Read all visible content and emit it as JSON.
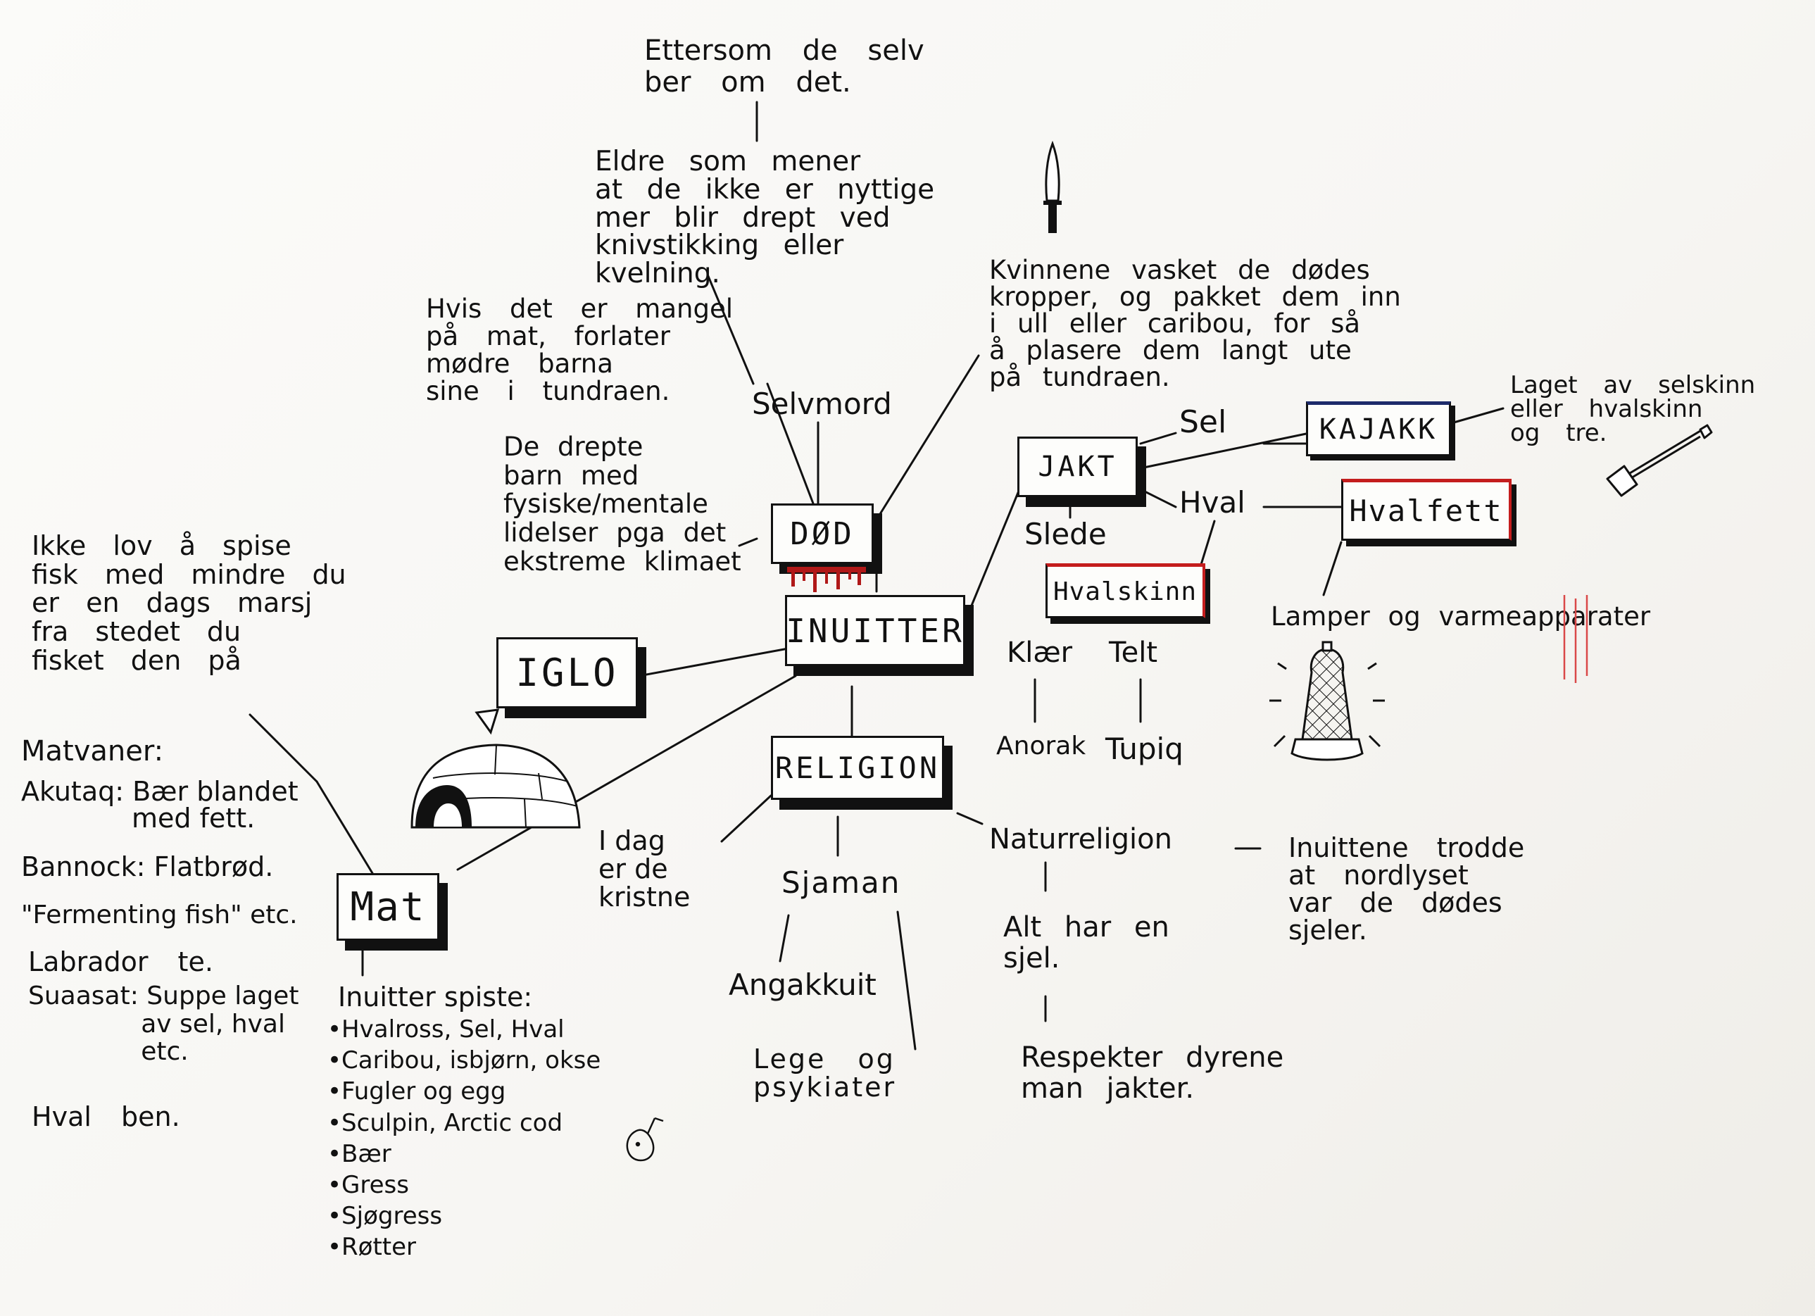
{
  "nodes": {
    "center": "INUITTER",
    "dod": "DØD",
    "iglo": "IGLO",
    "jakt": "JAKT",
    "religion": "RELIGION",
    "mat": "Mat",
    "kajakk": "KAJAKK",
    "hvalfett": "Hvalfett",
    "hvalskinn": "Hvalskinn"
  },
  "dod": {
    "ettersom": "Ettersom de selv\nber om det.",
    "eldre": "Eldre som mener\nat de ikke er nyttige\nmer blir drept ved\nknivstikking eller\nkvelning.",
    "hvis": "Hvis det er mangel\npå mat, forlater\nmødre barna\nsine i tundraen.",
    "selvmord": "Selvmord",
    "kvinnene": "Kvinnene vasket de dødes\nkropper, og pakket dem inn\ni ull eller caribou, for så\nå plasere dem langt ute\npå tundraen.",
    "drepte": "De drepte\nbarn med\nfysiske/mentale\nlidelser pga det\nekstreme klimaet"
  },
  "jakt": {
    "sel": "Sel",
    "hval": "Hval",
    "slede": "Slede",
    "kajakk_note": "Laget av selskinn\neller hvalskinn\nog tre.",
    "lamper": "Lamper og varmeapparater",
    "kloer": "Klær",
    "telt": "Telt",
    "anorak": "Anorak",
    "tupiq": "Tupiq"
  },
  "religion": {
    "idag": "I dag\ner de\nkristne",
    "sjaman": "Sjaman",
    "angakkuit": "Angakkuit",
    "lege": "Lege og\npsykiater",
    "natur": "Naturreligion",
    "nordlys": "Inuittene trodde\nat nordlyset\nvar de dødes\nsjeler.",
    "sjel": "Alt har en\nsjel.",
    "respekt": "Respekter dyrene\nman jakter."
  },
  "mat": {
    "ikke_lov": "Ikke lov å spise\nfisk med mindre du\ner en dags marsj\nfra stedet du\nfisket den på",
    "matvaner": "Matvaner:",
    "akutaq": "Akutaq: Bær blandet\n             med fett.",
    "bannock": "Bannock: Flatbrød.",
    "fermenting": "\"Fermenting fish\" etc.",
    "labrador": "Labrador te.",
    "suaasat": "Suaasat: Suppe laget\n              av sel, hval\n              etc.",
    "hvalben": "Hval ben.",
    "spiste_title": "Inuitter spiste:",
    "spiste_list": "•Hvalross, Sel, Hval\n•Caribou, isbjørn, okse\n•Fugler og egg\n•Sculpin, Arctic cod\n•Bær\n•Gress\n•Sjøgress\n•Røtter"
  },
  "icons": [
    "knife-icon",
    "paddle-icon",
    "igloo-icon",
    "lamp-icon",
    "fish-icon",
    "blood-drip-icon",
    "heat-waves-icon"
  ],
  "colors": {
    "ink": "#111111",
    "red": "#c41d1d",
    "blue": "#1d2b6b",
    "paper": "#f7f6f3"
  }
}
